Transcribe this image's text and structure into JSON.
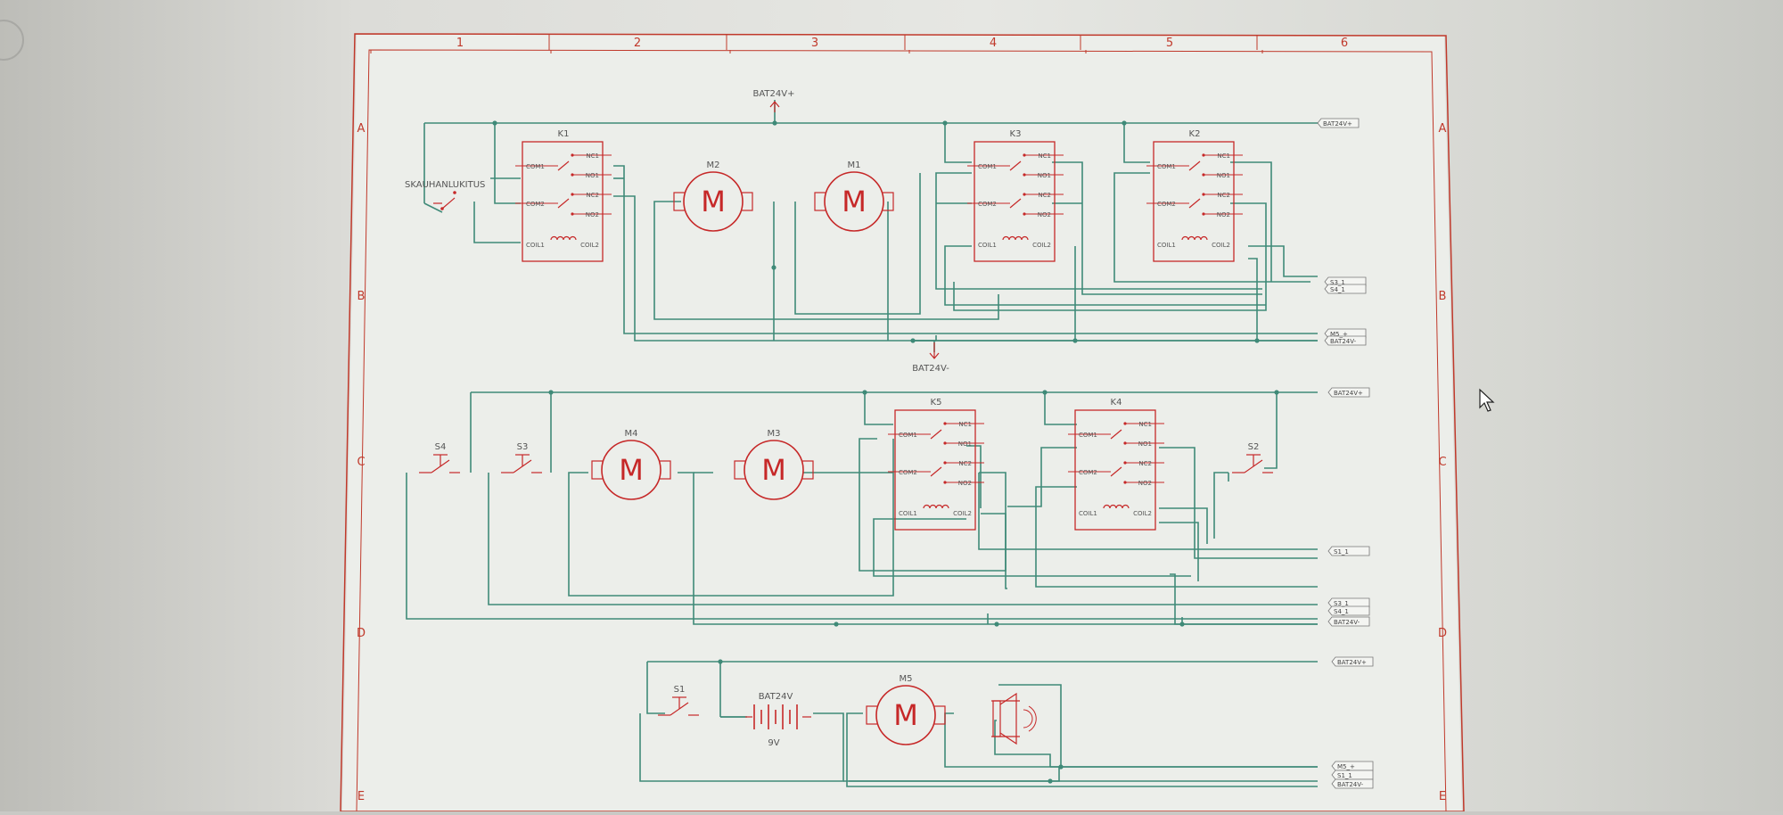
{
  "frame": {
    "columns": [
      "1",
      "2",
      "3",
      "4",
      "5",
      "6"
    ],
    "rows": [
      "A",
      "B",
      "C",
      "D",
      "E"
    ]
  },
  "nets": {
    "bat_pos": "BAT24V+",
    "bat_neg": "BAT24V-"
  },
  "components": {
    "relays": {
      "k1": "K1",
      "k2": "K2",
      "k3": "K3",
      "k4": "K4",
      "k5": "K5"
    },
    "motors": {
      "m1": "M1",
      "m2": "M2",
      "m3": "M3",
      "m4": "M4",
      "m5": "M5"
    },
    "motor_symbol": "M",
    "switches": {
      "s1": "S1",
      "s2": "S2",
      "s3": "S3",
      "s4": "S4",
      "lock": "SKAUHANLUKITUS"
    },
    "battery": {
      "name": "BAT24V",
      "value": "9V"
    }
  },
  "relay_pins": {
    "com1": "COM1",
    "com2": "COM2",
    "nc1": "NC1",
    "no1": "NO1",
    "nc2": "NC2",
    "no2": "NO2",
    "coil1": "COIL1",
    "coil2": "COIL2"
  },
  "ports": {
    "bat_pos_a": "BAT24V+",
    "s3_a": "S3_1",
    "s4_a": "S4_1",
    "m5_a": "M5_+",
    "bat_neg_a": "BAT24V-",
    "bat_pos_c": "BAT24V+",
    "s1_c": "S1_1",
    "s3_d": "S3_1",
    "s4_d": "S4_1",
    "bat_neg_d": "BAT24V-",
    "bat_pos_e": "BAT24V+",
    "m5_e": "M5_+",
    "s1_e": "S1_1",
    "bat_neg_e": "BAT24V-"
  },
  "colors": {
    "frame": "#c0392b",
    "symbol": "#c62828",
    "wire": "#3f8a78",
    "paper": "#e9ebe7",
    "label": "#555555"
  }
}
